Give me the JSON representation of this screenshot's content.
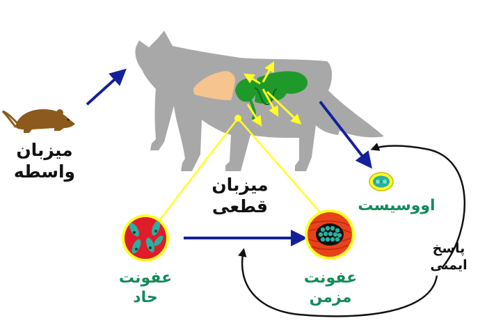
{
  "labels": {
    "intermediate_host": {
      "line1": "میزبان",
      "line2": "واسطه"
    },
    "definitive_host": {
      "line1": "میزبان",
      "line2": "قطعی"
    },
    "oocyst": "اووسیست",
    "immune_response": {
      "line1": "پاسخ",
      "line2": "ایمنی"
    },
    "acute_infection": {
      "line1": "عفونت",
      "line2": "حاد"
    },
    "chronic_infection": {
      "line1": "عفونت",
      "line2": "مزمن"
    }
  },
  "colors": {
    "cat_body": "#a8a8a8",
    "rat": "#8b5a1c",
    "liver": "#f6c48e",
    "intestine": "#1f9a2a",
    "triangle": "#ffff22",
    "arrow_blue": "#14209a",
    "arrow_black": "#111111",
    "label_green": "#138a5a",
    "acute_ring": "#e01b2a",
    "chronic_ring": "#e8421c",
    "cyst_teal": "#2ab0a0"
  },
  "icons": [
    "rat-icon",
    "cat-icon",
    "liver-icon",
    "intestine-icon",
    "oocyst-icon",
    "tachyzoite-cell-icon",
    "tissue-cyst-icon"
  ]
}
